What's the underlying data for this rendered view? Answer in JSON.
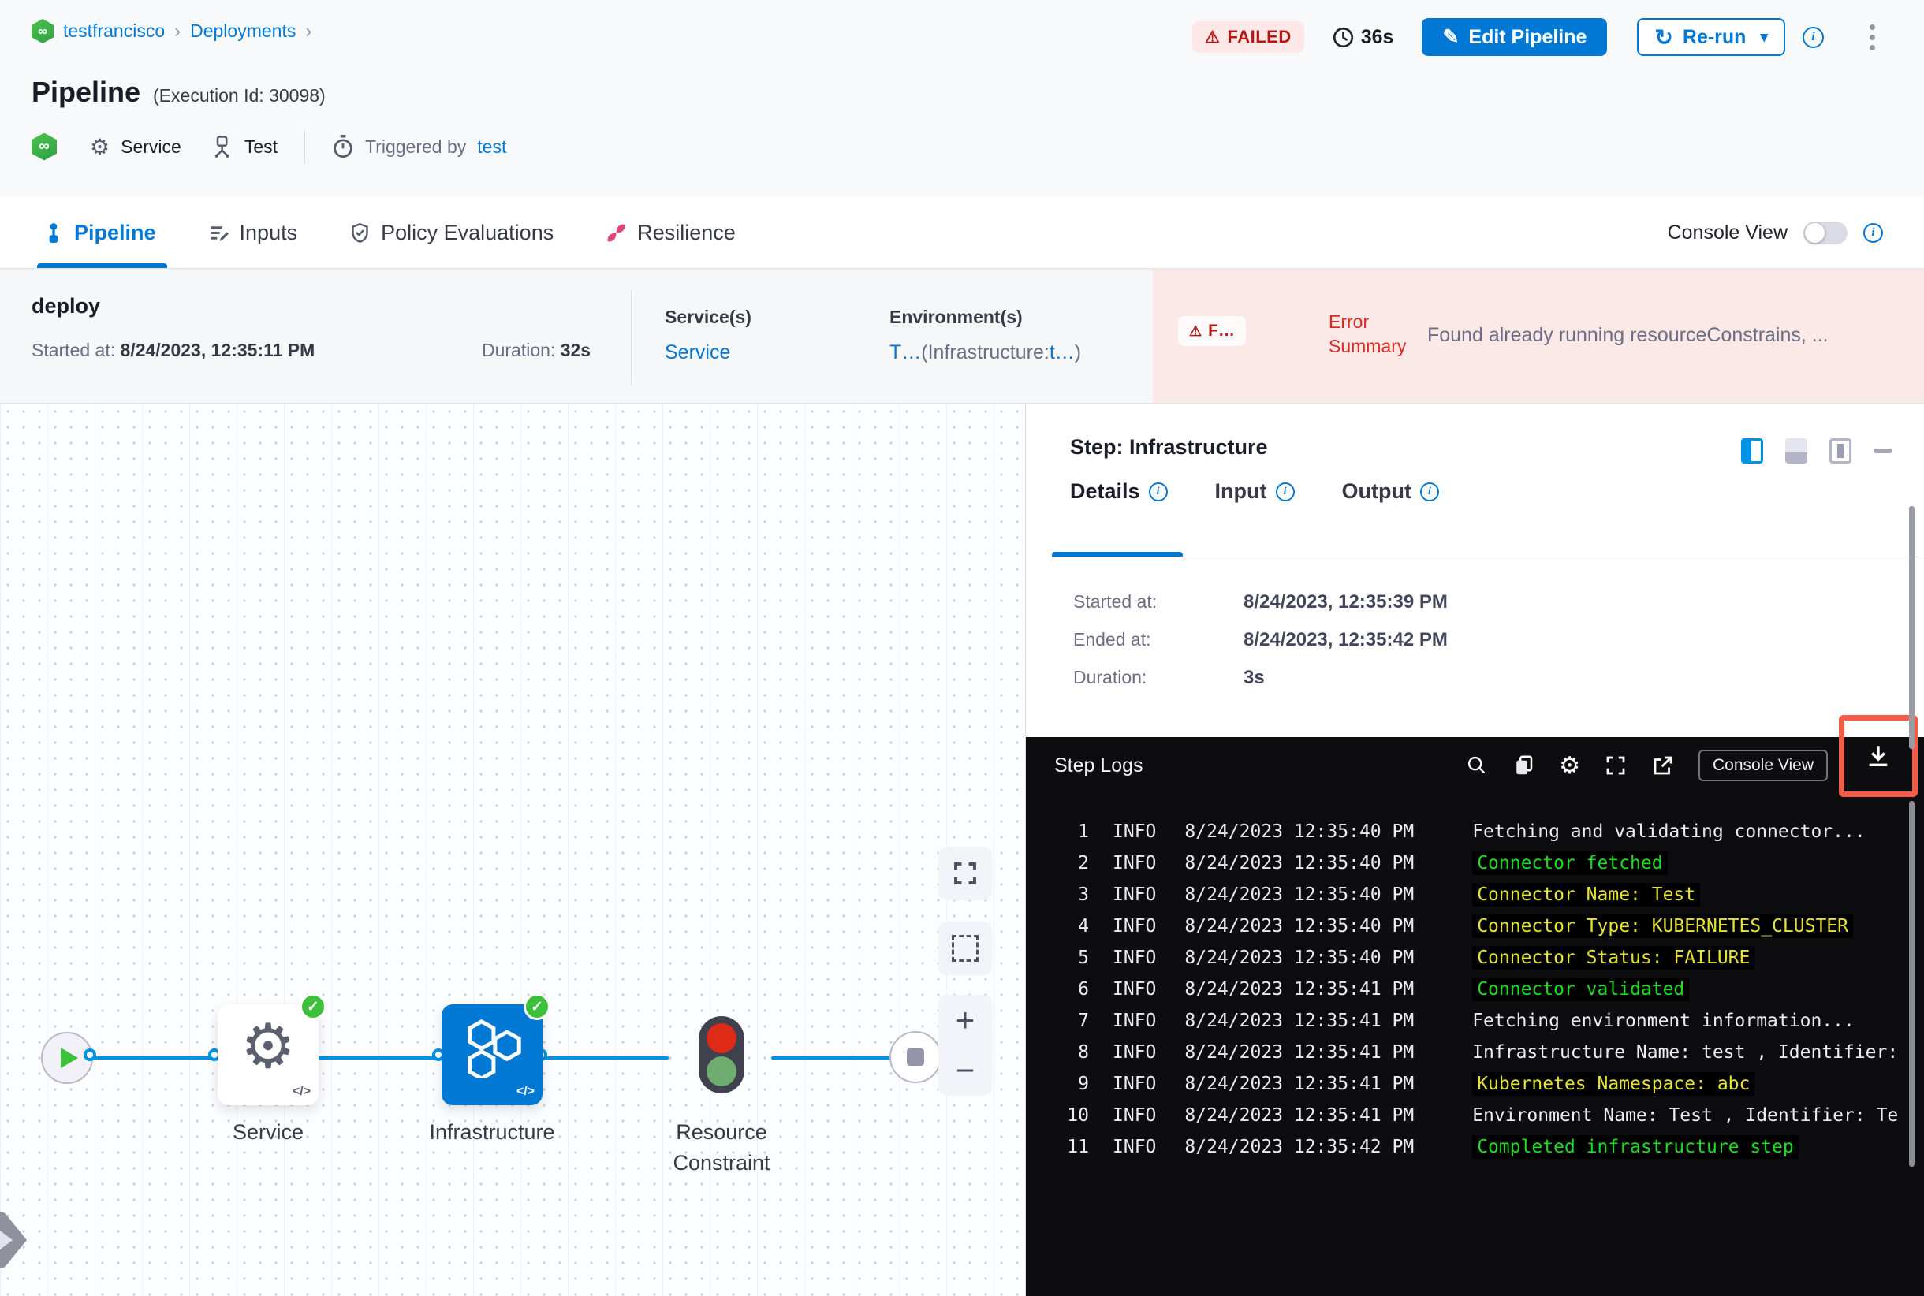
{
  "breadcrumb": {
    "org": "testfrancisco",
    "section": "Deployments",
    "sep": "›"
  },
  "header": {
    "title": "Pipeline",
    "execution_id": "(Execution Id: 30098)",
    "status_badge": "FAILED",
    "elapsed": "36s",
    "edit_pipeline": "Edit Pipeline",
    "rerun": "Re-run",
    "service": "Service",
    "environment": "Test",
    "triggered_by": "Triggered by",
    "trigger_user": "test"
  },
  "tabbar": {
    "tabs": [
      "Pipeline",
      "Inputs",
      "Policy Evaluations",
      "Resilience"
    ],
    "console_view": "Console View"
  },
  "stage": {
    "name": "deploy",
    "started_label": "Started at:",
    "started": "8/24/2023, 12:35:11 PM",
    "duration_label": "Duration:",
    "duration": "32s",
    "services_label": "Service(s)",
    "services_value": "Service",
    "environments_label": "Environment(s)",
    "env_link1": "T…",
    "env_mid": "(Infrastructure:",
    "env_link2": "t…",
    "env_end": ")",
    "failed_short": "F…",
    "error_label": "Error Summary",
    "error_message": "Found already running resourceConstrains, ..."
  },
  "graph": {
    "node_service": "Service",
    "node_infrastructure": "Infrastructure",
    "node_constraint": "Resource Constraint",
    "zoom_in": "+",
    "zoom_out": "−"
  },
  "step": {
    "title": "Step: Infrastructure",
    "tabs": [
      "Details",
      "Input",
      "Output"
    ],
    "details": [
      {
        "label": "Started at:",
        "value": "8/24/2023, 12:35:39 PM"
      },
      {
        "label": "Ended at:",
        "value": "8/24/2023, 12:35:42 PM"
      },
      {
        "label": "Duration:",
        "value": "3s"
      }
    ]
  },
  "logs": {
    "title": "Step Logs",
    "console_view": "Console View",
    "lines": [
      {
        "num": "1",
        "level": "INFO",
        "time": "8/24/2023 12:35:40 PM",
        "message": "Fetching and validating connector...",
        "color": "white"
      },
      {
        "num": "2",
        "level": "INFO",
        "time": "8/24/2023 12:35:40 PM",
        "message": "Connector fetched",
        "color": "green"
      },
      {
        "num": "3",
        "level": "INFO",
        "time": "8/24/2023 12:35:40 PM",
        "message": "Connector Name: Test",
        "color": "yellow"
      },
      {
        "num": "4",
        "level": "INFO",
        "time": "8/24/2023 12:35:40 PM",
        "message": "Connector Type: KUBERNETES_CLUSTER",
        "color": "yellow"
      },
      {
        "num": "5",
        "level": "INFO",
        "time": "8/24/2023 12:35:40 PM",
        "message": "Connector Status: FAILURE",
        "color": "yellow"
      },
      {
        "num": "6",
        "level": "INFO",
        "time": "8/24/2023 12:35:41 PM",
        "message": "Connector validated",
        "color": "green"
      },
      {
        "num": "7",
        "level": "INFO",
        "time": "8/24/2023 12:35:41 PM",
        "message": "Fetching environment information...",
        "color": "white"
      },
      {
        "num": "8",
        "level": "INFO",
        "time": "8/24/2023 12:35:41 PM",
        "message": "Infrastructure Name: test , Identifier:",
        "color": "white"
      },
      {
        "num": "9",
        "level": "INFO",
        "time": "8/24/2023 12:35:41 PM",
        "message": "Kubernetes Namespace: abc",
        "color": "yellow"
      },
      {
        "num": "10",
        "level": "INFO",
        "time": "8/24/2023 12:35:41 PM",
        "message": "Environment Name: Test , Identifier: Te",
        "color": "white"
      },
      {
        "num": "11",
        "level": "INFO",
        "time": "8/24/2023 12:35:42 PM",
        "message": "Completed infrastructure step",
        "color": "green"
      }
    ]
  },
  "glyphs": {
    "infinity": "∞",
    "gear": "⚙",
    "check": "✓",
    "caret_down": "▾",
    "refresh": "↻",
    "pencil": "✎",
    "warning": "⚠",
    "code": "</>"
  },
  "colors": {
    "accent": "#0278d5",
    "link_blue": "#0092e4",
    "failed_red": "#b41710",
    "success_green": "#3dc13c",
    "error_bg": "#fbe9e7",
    "log_green": "#1ddb20",
    "log_yellow": "#e6e234",
    "highlight_red": "#f45b49"
  }
}
